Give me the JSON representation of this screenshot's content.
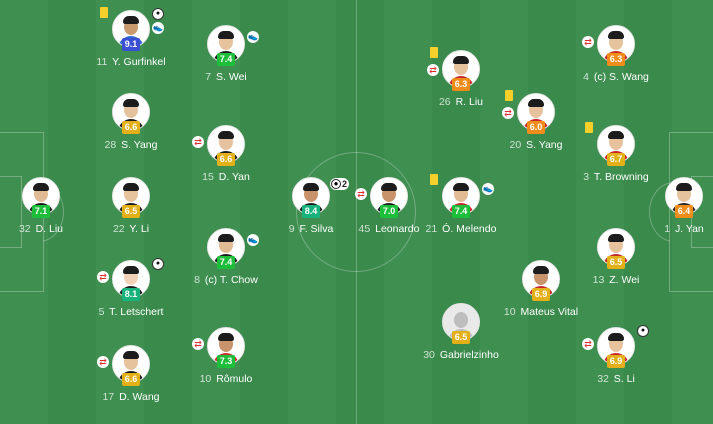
{
  "colors": {
    "rating_elite": "#3a4fd1",
    "rating_high": "#18b37d",
    "rating_good": "#1dbf3a",
    "rating_avg": "#e3b017",
    "rating_low": "#f08c1a",
    "sub_icon": "#e0302f",
    "yellow_card": "#f5cf2a"
  },
  "home": {
    "players": [
      {
        "number": "11",
        "name": "Y. Gurfinkel",
        "rating": "9.1",
        "rating_tier": "elite",
        "events": [
          "yellow-card",
          "goal-ball",
          "assist-boot"
        ],
        "skin": "#c99a6e",
        "kit": "#2e6bd1"
      },
      {
        "number": "7",
        "name": "S. Wei",
        "rating": "7.4",
        "rating_tier": "good",
        "events": [
          "assist-boot"
        ],
        "skin": "#e6c39d",
        "kit": "#1d1d1d"
      },
      {
        "number": "28",
        "name": "S. Yang",
        "rating": "6.6",
        "rating_tier": "avg",
        "events": [],
        "skin": "#e5c29e",
        "kit": "#1d1d1d"
      },
      {
        "number": "15",
        "name": "D. Yan",
        "rating": "6.6",
        "rating_tier": "avg",
        "events": [
          "substitution"
        ],
        "skin": "#e5c29e",
        "kit": "#1d1d1d"
      },
      {
        "number": "32",
        "name": "D. Liu",
        "rating": "7.1",
        "rating_tier": "good",
        "events": [],
        "skin": "#e0bb94",
        "kit": "#1d1d1d"
      },
      {
        "number": "22",
        "name": "Y. Li",
        "rating": "6.5",
        "rating_tier": "avg",
        "events": [],
        "skin": "#e6c39d",
        "kit": "#1d1d1d"
      },
      {
        "number": "9",
        "name": "F. Silva",
        "rating": "8.4",
        "rating_tier": "high",
        "events": [
          "goals"
        ],
        "goals_count": "2",
        "skin": "#c8936a",
        "kit": "#1d1d1d"
      },
      {
        "number": "8",
        "name": "(c) T. Chow",
        "rating": "7.4",
        "rating_tier": "good",
        "events": [
          "assist-boot"
        ],
        "skin": "#e0bb94",
        "kit": "#1d1d1d"
      },
      {
        "number": "5",
        "name": "T. Letschert",
        "rating": "8.1",
        "rating_tier": "high",
        "events": [
          "substitution",
          "goal-ball"
        ],
        "skin": "#f1d2b6",
        "kit": "#1d1d1d"
      },
      {
        "number": "17",
        "name": "D. Wang",
        "rating": "6.6",
        "rating_tier": "avg",
        "events": [
          "substitution"
        ],
        "skin": "#e6c39d",
        "kit": "#1d1d1d"
      },
      {
        "number": "10",
        "name": "Rômulo",
        "rating": "7.3",
        "rating_tier": "good",
        "events": [
          "substitution"
        ],
        "skin": "#c8936a",
        "kit": "#cf2d2d"
      }
    ]
  },
  "away": {
    "players": [
      {
        "number": "4",
        "name": "(c) S. Wang",
        "rating": "6.3",
        "rating_tier": "low",
        "events": [
          "substitution"
        ],
        "skin": "#e6c39d",
        "kit": "#c62828"
      },
      {
        "number": "26",
        "name": "R. Liu",
        "rating": "6.3",
        "rating_tier": "low",
        "events": [
          "yellow-card",
          "substitution"
        ],
        "skin": "#e6c39d",
        "kit": "#c62828"
      },
      {
        "number": "20",
        "name": "S. Yang",
        "rating": "6.0",
        "rating_tier": "low",
        "events": [
          "yellow-card",
          "substitution"
        ],
        "skin": "#e6c39d",
        "kit": "#c62828"
      },
      {
        "number": "3",
        "name": "T. Browning",
        "rating": "6.7",
        "rating_tier": "avg",
        "events": [
          "yellow-card"
        ],
        "skin": "#e6c39d",
        "kit": "#c62828"
      },
      {
        "number": "45",
        "name": "Leonardo",
        "rating": "7.0",
        "rating_tier": "good",
        "events": [
          "substitution"
        ],
        "skin": "#c8936a",
        "kit": "#1d1d1d"
      },
      {
        "number": "21",
        "name": "Ó. Melendo",
        "rating": "7.4",
        "rating_tier": "good",
        "events": [
          "yellow-card",
          "assist-boot"
        ],
        "skin": "#e0bb94",
        "kit": "#c62828"
      },
      {
        "number": "1",
        "name": "J. Yan",
        "rating": "6.4",
        "rating_tier": "low",
        "events": [],
        "skin": "#e6c39d",
        "kit": "#2a2a2a"
      },
      {
        "number": "13",
        "name": "Z. Wei",
        "rating": "6.5",
        "rating_tier": "avg",
        "events": [],
        "skin": "#e6c39d",
        "kit": "#c62828"
      },
      {
        "number": "10",
        "name": "Mateus Vital",
        "rating": "6.9",
        "rating_tier": "avg",
        "events": [],
        "skin": "#c8936a",
        "kit": "#c62828"
      },
      {
        "number": "30",
        "name": "Gabrielzinho",
        "rating": "6.5",
        "rating_tier": "avg",
        "events": [],
        "placeholder_avatar": true,
        "skin": "#bdbdbd",
        "kit": "#bdbdbd"
      },
      {
        "number": "32",
        "name": "S. Li",
        "rating": "6.9",
        "rating_tier": "avg",
        "events": [
          "substitution",
          "goal-ball"
        ],
        "skin": "#e6c39d",
        "kit": "#c62828"
      }
    ]
  }
}
